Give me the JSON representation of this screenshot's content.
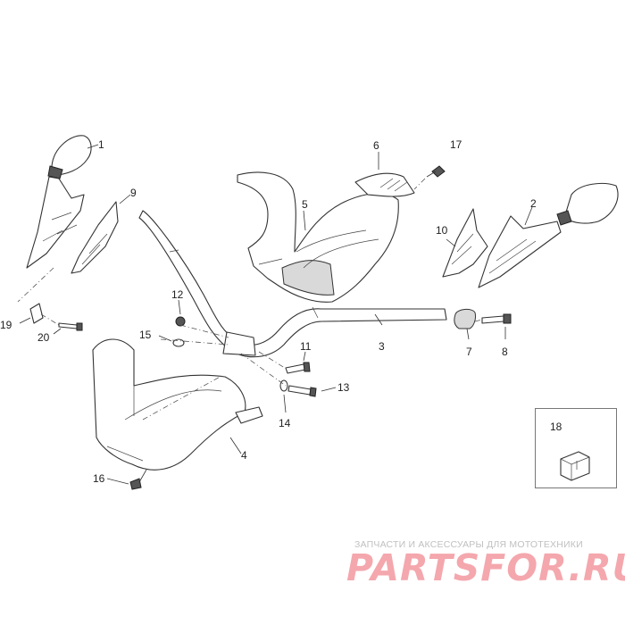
{
  "callouts": {
    "c1": "1",
    "c2": "2",
    "c3": "3",
    "c4": "4",
    "c5": "5",
    "c6": "6",
    "c7": "7",
    "c8": "8",
    "c9": "9",
    "c10": "10",
    "c11": "11",
    "c12": "12",
    "c13": "13",
    "c14": "14",
    "c15": "15",
    "c16": "16",
    "c17": "17",
    "c18": "18",
    "c19": "19",
    "c20": "20"
  },
  "watermark": {
    "caption": "ЗАПЧАСТИ И АКСЕССУАРЫ ДЛЯ МОТОТЕХНИКИ",
    "logo": "PARTSFOR.RU"
  },
  "colors": {
    "line": "#333333",
    "watermark_logo": "#f4a7ad",
    "watermark_caption": "#c0c0c0"
  }
}
